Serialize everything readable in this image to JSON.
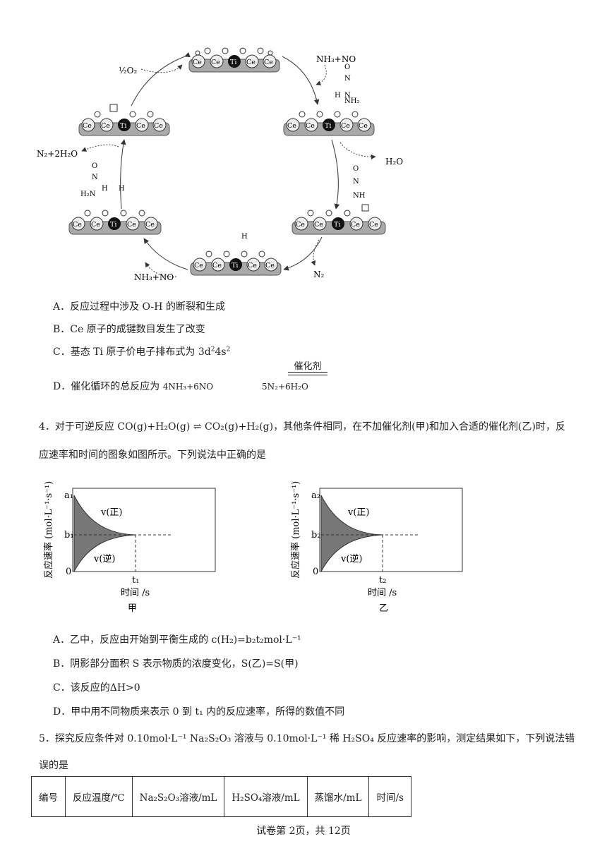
{
  "diagram": {
    "o2": "½O₂",
    "nh3no_top": "NH₃+NO",
    "h2o": "H₂O",
    "n2h2o": "N₂+2H₂O",
    "nh3no_bottom": "NH₃+NO",
    "n2": "N₂",
    "ce": "Ce",
    "ti": "Ti",
    "o": "O",
    "n": "N",
    "h": "H",
    "nh": "NH",
    "nh2": "NH₂",
    "h2n": "H₂N"
  },
  "q3": {
    "A": "A．反应过程中涉及 O-H 的断裂和生成",
    "B": "B．Ce 原子的成键数目发生了改变",
    "C_prefix": "C．基态 Ti 原子价电子排布式为 3d",
    "C_mid": "4s",
    "D_prefix": "D．催化循环的总反应为",
    "D_catalyst": "催化剂",
    "D_left": "4NH₃+6NO",
    "D_right": "5N₂+6H₂O"
  },
  "q4": {
    "stem_1": "4．对于可逆反应 CO(g)+H₂O(g) ⇌ CO₂(g)+H₂(g)，其他条件相同，在不加催化剂(甲)和加入合适的催化剂(乙)时，反",
    "stem_2": "应速率和时间的图象如图所示。下列说法中正确的是",
    "A": "A．乙中，反应由开始到平衡生成的 c(H₂)=b₂t₂mol·L⁻¹",
    "B": "B．阴影部分面积 S 表示物质的浓度变化，S(乙)=S(甲)",
    "C": "C．该反应的ΔH>0",
    "D": "D．甲中用不同物质来表示 0 到 t₁ 内的反应速率，所得的数值不同"
  },
  "chart_data": [
    {
      "type": "area",
      "title": "甲",
      "ylabel": "反应速率 (mol·L⁻¹·s⁻¹)",
      "xlabel": "时间 /s",
      "yticks": [
        "a₁",
        "b₁",
        "0"
      ],
      "xticks": [
        "t₁"
      ],
      "series": [
        {
          "name": "v(正)"
        },
        {
          "name": "v(逆)"
        }
      ]
    },
    {
      "type": "area",
      "title": "乙",
      "ylabel": "反应速率 (mol·L⁻¹·s⁻¹)",
      "xlabel": "时间 /s",
      "yticks": [
        "a₂",
        "b₂",
        "0"
      ],
      "xticks": [
        "t₂"
      ],
      "series": [
        {
          "name": "v(正)"
        },
        {
          "name": "v(逆)"
        }
      ]
    }
  ],
  "q5": {
    "stem_1": "5．探究反应条件对 0.10mol·L⁻¹ Na₂S₂O₃ 溶液与 0.10mol·L⁻¹ 稀 H₂SO₄ 反应速率的影响，测定结果如下，下列说法错",
    "stem_2": "误的是",
    "headers": [
      "编号",
      "反应温度/℃",
      "Na₂S₂O₃溶液/mL",
      "H₂SO₄溶液/mL",
      "蒸馏水/mL",
      "时间/s"
    ]
  },
  "footer": "试卷第 2页，共 12页"
}
